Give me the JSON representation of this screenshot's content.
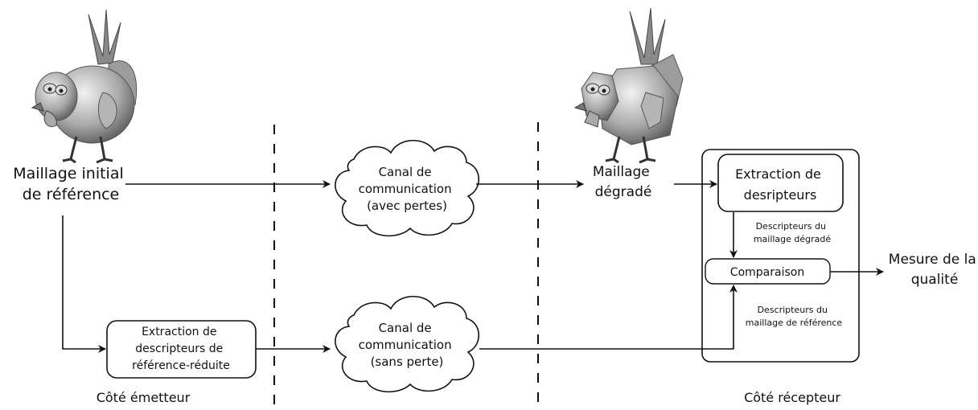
{
  "source": {
    "label_lines": [
      "Maillage initial",
      "de référence"
    ],
    "side_label": "Côté émetteur"
  },
  "degraded": {
    "label_lines": [
      "Maillage",
      "dégradé"
    ]
  },
  "channels": {
    "lossy": {
      "lines": [
        "Canal de",
        "communication",
        "(avec pertes)"
      ]
    },
    "lossless": {
      "lines": [
        "Canal de",
        "communication",
        "(sans perte)"
      ]
    }
  },
  "extraction_reduced": {
    "lines": [
      "Extraction de",
      "descripteurs de",
      "référence-réduite"
    ]
  },
  "receiver": {
    "extraction": {
      "lines": [
        "Extraction de",
        "desripteurs"
      ]
    },
    "desc_degraded": {
      "lines": [
        "Descripteurs du",
        "maillage dégradé"
      ]
    },
    "comparison": "Comparaison",
    "desc_reference": {
      "lines": [
        "Descripteurs du",
        "maillage de référence"
      ]
    },
    "side_label": "Côté récepteur"
  },
  "output": {
    "lines": [
      "Mesure de la",
      "qualité"
    ]
  }
}
